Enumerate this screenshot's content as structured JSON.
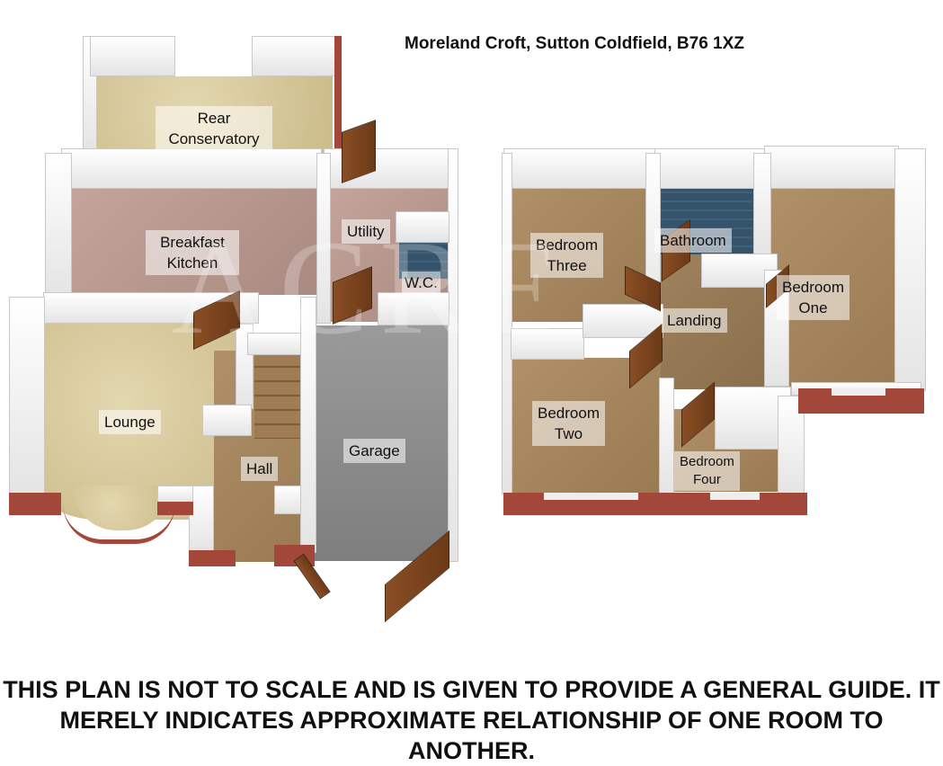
{
  "title": "Moreland Croft, Sutton Coldfield, B76 1XZ",
  "watermark": "ACRES",
  "ground_floor": {
    "rooms": [
      {
        "id": "rear-conservatory",
        "label": "Rear\nConservatory"
      },
      {
        "id": "breakfast-kitchen",
        "label": "Breakfast\nKitchen"
      },
      {
        "id": "utility",
        "label": "Utility"
      },
      {
        "id": "wc",
        "label": "W.C."
      },
      {
        "id": "lounge",
        "label": "Lounge"
      },
      {
        "id": "hall",
        "label": "Hall"
      },
      {
        "id": "garage",
        "label": "Garage"
      }
    ]
  },
  "first_floor": {
    "rooms": [
      {
        "id": "bedroom-three",
        "label": "Bedroom\nThree"
      },
      {
        "id": "bathroom",
        "label": "Bathroom"
      },
      {
        "id": "bedroom-one",
        "label": "Bedroom\nOne"
      },
      {
        "id": "landing",
        "label": "Landing"
      },
      {
        "id": "bedroom-two",
        "label": "Bedroom\nTwo"
      },
      {
        "id": "bedroom-four",
        "label": "Bedroom\nFour"
      }
    ]
  },
  "disclaimer": "THIS PLAN IS NOT TO SCALE AND IS GIVEN TO PROVIDE A GENERAL GUIDE. IT MERELY INDICATES APPROXIMATE RELATIONSHIP OF ONE ROOM TO ANOTHER."
}
